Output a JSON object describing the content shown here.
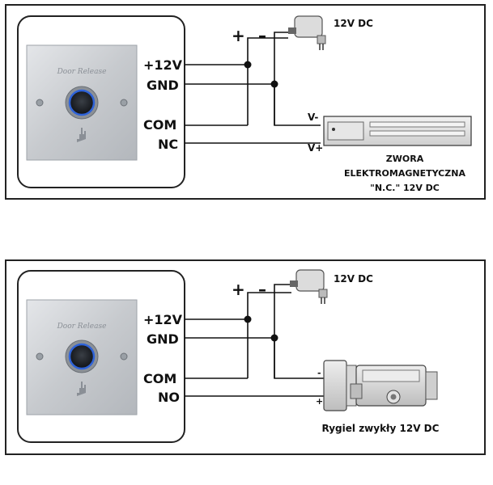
{
  "panels": [
    {
      "button": {
        "plate_text": "Door Release"
      },
      "terminals": {
        "plus12v": "+12V",
        "gnd": "GND",
        "com": "COM",
        "out": "NC"
      },
      "polarity": {
        "plus": "+",
        "minus": "–"
      },
      "psu_label": "12V DC",
      "device": {
        "minus_label": "V-",
        "plus_label": "V+",
        "caption_lines": [
          "ZWORA",
          "ELEKTROMAGNETYCZNA",
          "\"N.C.\" 12V DC"
        ]
      }
    },
    {
      "button": {
        "plate_text": "Door Release"
      },
      "terminals": {
        "plus12v": "+12V",
        "gnd": "GND",
        "com": "COM",
        "out": "NO"
      },
      "polarity": {
        "plus": "+",
        "minus": "–"
      },
      "psu_label": "12V DC",
      "device": {
        "minus_label": "-",
        "plus_label": "+",
        "caption_lines": [
          "Rygiel zwykły 12V DC"
        ]
      }
    }
  ],
  "colors": {
    "wire": "#111111",
    "plate": "#c9ccd0",
    "led_ring": "#2f63d8",
    "frame": "#222222"
  }
}
